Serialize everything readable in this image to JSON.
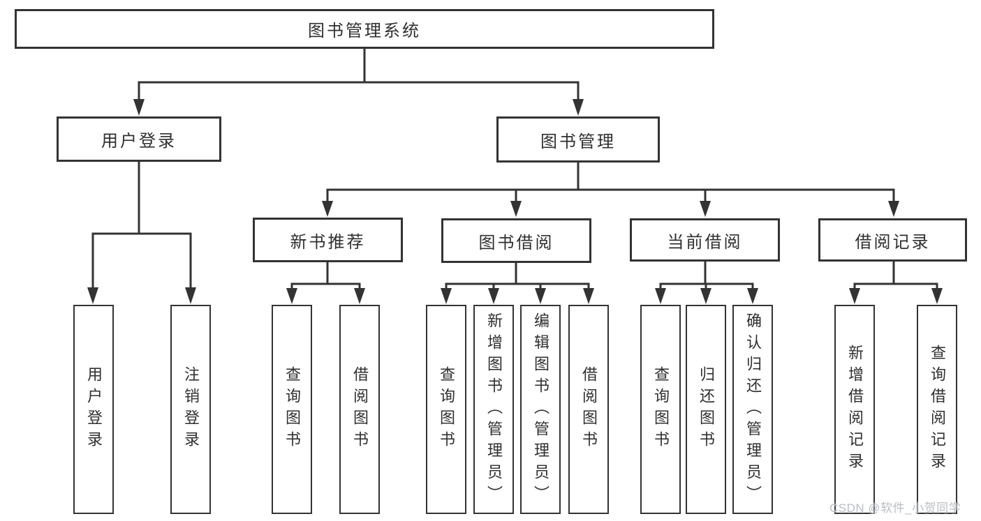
{
  "tree": {
    "root": {
      "label": "图书管理系统"
    },
    "branches": [
      {
        "label": "用户登录",
        "children": [
          {
            "label": "用户登录"
          },
          {
            "label": "注销登录"
          }
        ]
      },
      {
        "label": "图书管理",
        "sections": [
          {
            "label": "新书推荐",
            "children": [
              {
                "label": "查询图书"
              },
              {
                "label": "借阅图书"
              }
            ]
          },
          {
            "label": "图书借阅",
            "children": [
              {
                "label": "查询图书"
              },
              {
                "label": "新增图书（管理员）"
              },
              {
                "label": "编辑图书（管理员）"
              },
              {
                "label": "借阅图书"
              }
            ]
          },
          {
            "label": "当前借阅",
            "children": [
              {
                "label": "查询图书"
              },
              {
                "label": "归还图书"
              },
              {
                "label": "确认归还（管理员）"
              }
            ]
          },
          {
            "label": "借阅记录",
            "children": [
              {
                "label": "新增借阅记录"
              },
              {
                "label": "查询借阅记录"
              }
            ]
          }
        ]
      }
    ]
  },
  "watermark": {
    "text": "CSDN @软件_小贺同学"
  },
  "colors": {
    "line": "#333333",
    "text": "#2f2f2f",
    "watermark": "#b9bdc3",
    "background": "#ffffff"
  }
}
